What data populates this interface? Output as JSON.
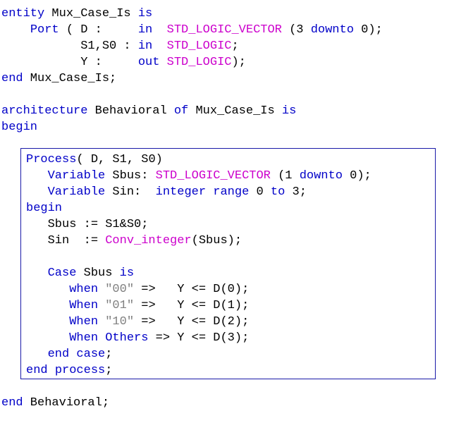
{
  "colors": {
    "keyword": "#0000c8",
    "type": "#cc00cc",
    "string": "#808080",
    "text": "#000000",
    "box_border": "#1a1aa8"
  },
  "header_lines": [
    [
      {
        "t": "kw",
        "v": "entity"
      },
      {
        "t": "tx",
        "v": " Mux_Case_Is "
      },
      {
        "t": "kw",
        "v": "is"
      }
    ],
    [
      {
        "t": "tx",
        "v": "    "
      },
      {
        "t": "kw",
        "v": "Port"
      },
      {
        "t": "tx",
        "v": " ( D :     "
      },
      {
        "t": "kw",
        "v": "in"
      },
      {
        "t": "tx",
        "v": "  "
      },
      {
        "t": "ty",
        "v": "STD_LOGIC_VECTOR"
      },
      {
        "t": "tx",
        "v": " (3 "
      },
      {
        "t": "kw",
        "v": "downto"
      },
      {
        "t": "tx",
        "v": " 0);"
      }
    ],
    [
      {
        "t": "tx",
        "v": "           S1,S0 : "
      },
      {
        "t": "kw",
        "v": "in"
      },
      {
        "t": "tx",
        "v": "  "
      },
      {
        "t": "ty",
        "v": "STD_LOGIC"
      },
      {
        "t": "tx",
        "v": ";"
      }
    ],
    [
      {
        "t": "tx",
        "v": "           Y :     "
      },
      {
        "t": "kw",
        "v": "out"
      },
      {
        "t": "tx",
        "v": " "
      },
      {
        "t": "ty",
        "v": "STD_LOGIC"
      },
      {
        "t": "tx",
        "v": ");"
      }
    ],
    [
      {
        "t": "kw",
        "v": "end"
      },
      {
        "t": "tx",
        "v": " Mux_Case_Is;"
      }
    ],
    [],
    [
      {
        "t": "kw",
        "v": "architecture"
      },
      {
        "t": "tx",
        "v": " Behavioral "
      },
      {
        "t": "kw",
        "v": "of"
      },
      {
        "t": "tx",
        "v": " Mux_Case_Is "
      },
      {
        "t": "kw",
        "v": "is"
      }
    ],
    [
      {
        "t": "kw",
        "v": "begin"
      }
    ]
  ],
  "process_lines": [
    [
      {
        "t": "kw",
        "v": "Process"
      },
      {
        "t": "tx",
        "v": "( D, S1, S0)"
      }
    ],
    [
      {
        "t": "tx",
        "v": "   "
      },
      {
        "t": "kw",
        "v": "Variable"
      },
      {
        "t": "tx",
        "v": " Sbus: "
      },
      {
        "t": "ty",
        "v": "STD_LOGIC_VECTOR"
      },
      {
        "t": "tx",
        "v": " (1 "
      },
      {
        "t": "kw",
        "v": "downto"
      },
      {
        "t": "tx",
        "v": " 0);"
      }
    ],
    [
      {
        "t": "tx",
        "v": "   "
      },
      {
        "t": "kw",
        "v": "Variable"
      },
      {
        "t": "tx",
        "v": " Sin:  "
      },
      {
        "t": "kw",
        "v": "integer"
      },
      {
        "t": "tx",
        "v": " "
      },
      {
        "t": "kw",
        "v": "range"
      },
      {
        "t": "tx",
        "v": " 0 "
      },
      {
        "t": "kw",
        "v": "to"
      },
      {
        "t": "tx",
        "v": " 3;"
      }
    ],
    [
      {
        "t": "kw",
        "v": "begin"
      }
    ],
    [
      {
        "t": "tx",
        "v": "   Sbus := S1&S0;"
      }
    ],
    [
      {
        "t": "tx",
        "v": "   Sin  := "
      },
      {
        "t": "ty",
        "v": "Conv_integer"
      },
      {
        "t": "tx",
        "v": "(Sbus);"
      }
    ],
    [],
    [
      {
        "t": "tx",
        "v": "   "
      },
      {
        "t": "kw",
        "v": "Case"
      },
      {
        "t": "tx",
        "v": " Sbus "
      },
      {
        "t": "kw",
        "v": "is"
      }
    ],
    [
      {
        "t": "tx",
        "v": "      "
      },
      {
        "t": "kw",
        "v": "when"
      },
      {
        "t": "tx",
        "v": " "
      },
      {
        "t": "st",
        "v": "\"00\""
      },
      {
        "t": "tx",
        "v": " =>   Y <= D(0);"
      }
    ],
    [
      {
        "t": "tx",
        "v": "      "
      },
      {
        "t": "kw",
        "v": "When"
      },
      {
        "t": "tx",
        "v": " "
      },
      {
        "t": "st",
        "v": "\"01\""
      },
      {
        "t": "tx",
        "v": " =>   Y <= D(1);"
      }
    ],
    [
      {
        "t": "tx",
        "v": "      "
      },
      {
        "t": "kw",
        "v": "When"
      },
      {
        "t": "tx",
        "v": " "
      },
      {
        "t": "st",
        "v": "\"10\""
      },
      {
        "t": "tx",
        "v": " =>   Y <= D(2);"
      }
    ],
    [
      {
        "t": "tx",
        "v": "      "
      },
      {
        "t": "kw",
        "v": "When"
      },
      {
        "t": "tx",
        "v": " "
      },
      {
        "t": "kw",
        "v": "Others"
      },
      {
        "t": "tx",
        "v": " => Y <= D(3);"
      }
    ],
    [
      {
        "t": "tx",
        "v": "   "
      },
      {
        "t": "kw",
        "v": "end"
      },
      {
        "t": "tx",
        "v": " "
      },
      {
        "t": "kw",
        "v": "case"
      },
      {
        "t": "tx",
        "v": ";"
      }
    ],
    [
      {
        "t": "kw",
        "v": "end"
      },
      {
        "t": "tx",
        "v": " "
      },
      {
        "t": "kw",
        "v": "process"
      },
      {
        "t": "tx",
        "v": ";"
      }
    ]
  ],
  "footer_line": [
    {
      "t": "kw",
      "v": "end"
    },
    {
      "t": "tx",
      "v": " Behavioral;"
    }
  ]
}
